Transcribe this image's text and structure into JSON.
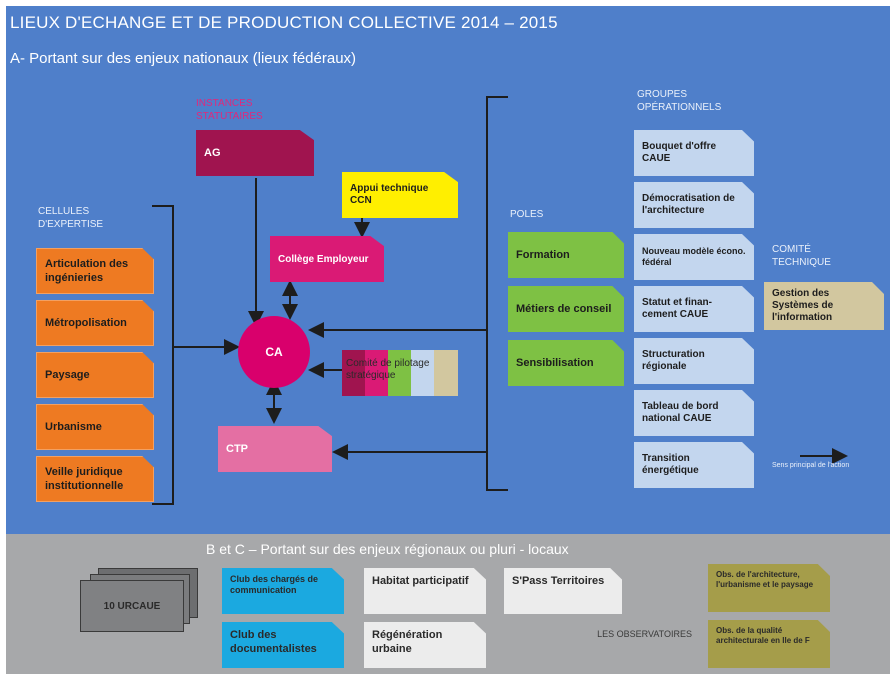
{
  "title": "LIEUX D'ECHANGE ET DE PRODUCTION COLLECTIVE 2014 – 2015",
  "section_a": "A- Portant sur des enjeux nationaux (lieux fédéraux)",
  "section_bc": "B et C – Portant sur des enjeux régionaux ou pluri - locaux",
  "instances_label": "INSTANCES STATUTAIRES",
  "cellules_label": "CELLULES D'EXPERTISE",
  "poles_label": "POLES",
  "groupes_label": "GROUPES OPÉRATIONNELS",
  "comite_label": "COMITÉ TECHNIQUE",
  "observatoires_label": "LES OBSERVATOIRES",
  "legend_label": "Sens principal de l'action",
  "nodes": {
    "ag": "AG",
    "appui": "Appui technique CCN",
    "college": "Collège Employeur",
    "ca": "CA",
    "comite_pilotage": "Comité de pilotage stratégique",
    "ctp": "CTP"
  },
  "cellules": [
    "Articulation des ingénieries",
    "Métropolisation",
    "Paysage",
    "Urbanisme",
    "Veille juridique institutionnelle"
  ],
  "poles": [
    "Formation",
    "Métiers de conseil",
    "Sensibilisation"
  ],
  "groupes": [
    "Bouquet d'offre CAUE",
    "Démocratisation de l'architecture",
    "Nouveau modèle écono. fédéral",
    "Statut et finan-cement CAUE",
    "Structuration régionale",
    "Tableau de bord national CAUE",
    "Transition énergétique"
  ],
  "comite_technique": "Gestion des Systèmes de l'information",
  "urcaue": "10 URCAUE",
  "bottom_boxes": [
    "Club des chargés de communication",
    "Habitat participatif",
    "S'Pass Territoires",
    "Club des documentalistes",
    "Régénération urbaine"
  ],
  "observatoires": [
    "Obs. de l'architecture, l'urbanisme et le paysage",
    "Obs. de la qualité architecturale en Ile de F"
  ],
  "colors": {
    "background": "#4f7fca",
    "band": "#a7a8aa",
    "ag": "#a0144f",
    "appui": "#ffef00",
    "college": "#da1a75",
    "ca": "#d9006c",
    "ctp": "#e46fa3",
    "orange": "#ee7a22",
    "green": "#7ec144",
    "light_blue": "#c3d6ee",
    "tan": "#d2c79f",
    "cyan": "#1ba9e0",
    "olive": "#a59d4a",
    "gray_box": "#ececec"
  }
}
